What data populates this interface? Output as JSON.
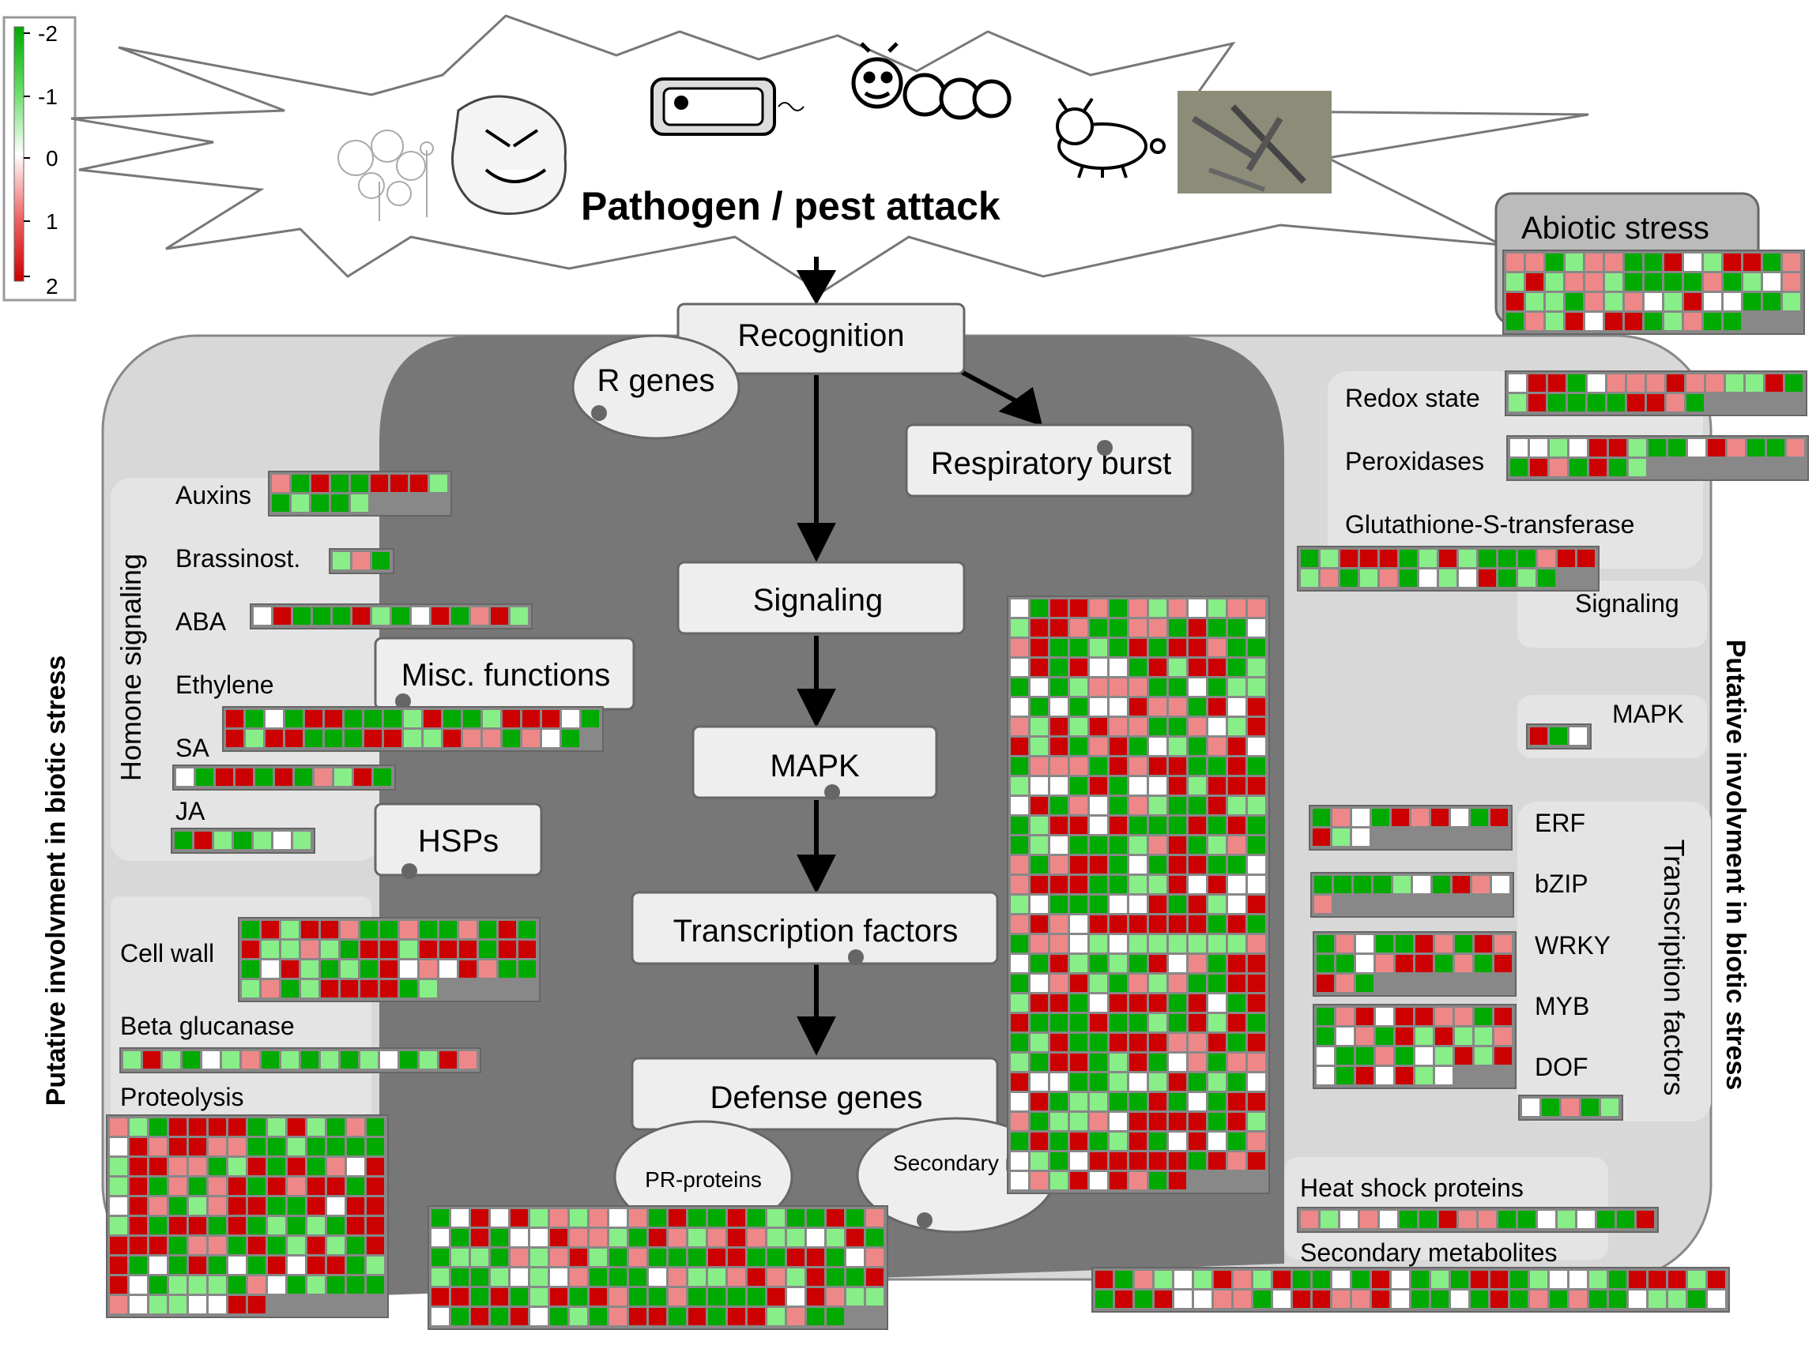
{
  "legend": {
    "ticks": [
      "-2",
      "-1",
      "0",
      "1",
      "2"
    ],
    "colors": {
      "strong_down": "#00aa00",
      "down": "#88ee88",
      "neutral": "#ffffff",
      "up": "#ee8888",
      "strong_up": "#cc0000"
    }
  },
  "banner": {
    "title": "Pathogen / pest attack"
  },
  "pathway": {
    "recognition": "Recognition",
    "r_genes": "R genes",
    "respiratory_burst": "Respiratory burst",
    "signaling": "Signaling",
    "mapk": "MAPK",
    "transcription_factors": "Transcription factors",
    "defense_genes": "Defense genes",
    "pr_proteins": "PR-proteins",
    "secondary_metabolites": "Secondary metabolites"
  },
  "left_panel": {
    "outer_title": "Putative involvment in biotic stress",
    "hormone_title": "Homone signaling",
    "auxins": "Auxins",
    "brassinost": "Brassinost.",
    "aba": "ABA",
    "ethylene": "Ethylene",
    "sa": "SA",
    "ja": "JA",
    "misc_functions": "Misc. functions",
    "hsps": "HSPs",
    "cell_wall": "Cell wall",
    "beta_glucanase": "Beta glucanase",
    "proteolysis": "Proteolysis"
  },
  "right_panel": {
    "outer_title": "Putative involvment in biotic stress",
    "abiotic_stress": "Abiotic stress",
    "redox_state": "Redox state",
    "peroxidases": "Peroxidases",
    "gst": "Glutathione-S-transferase",
    "signaling": "Signaling",
    "mapk": "MAPK",
    "tf_title": "Transcription factors",
    "erf": "ERF",
    "bzip": "bZIP",
    "wrky": "WRKY",
    "myb": "MYB",
    "dof": "DOF",
    "heat_shock": "Heat shock proteins",
    "secondary_metabolites": "Secondary metabolites"
  }
}
